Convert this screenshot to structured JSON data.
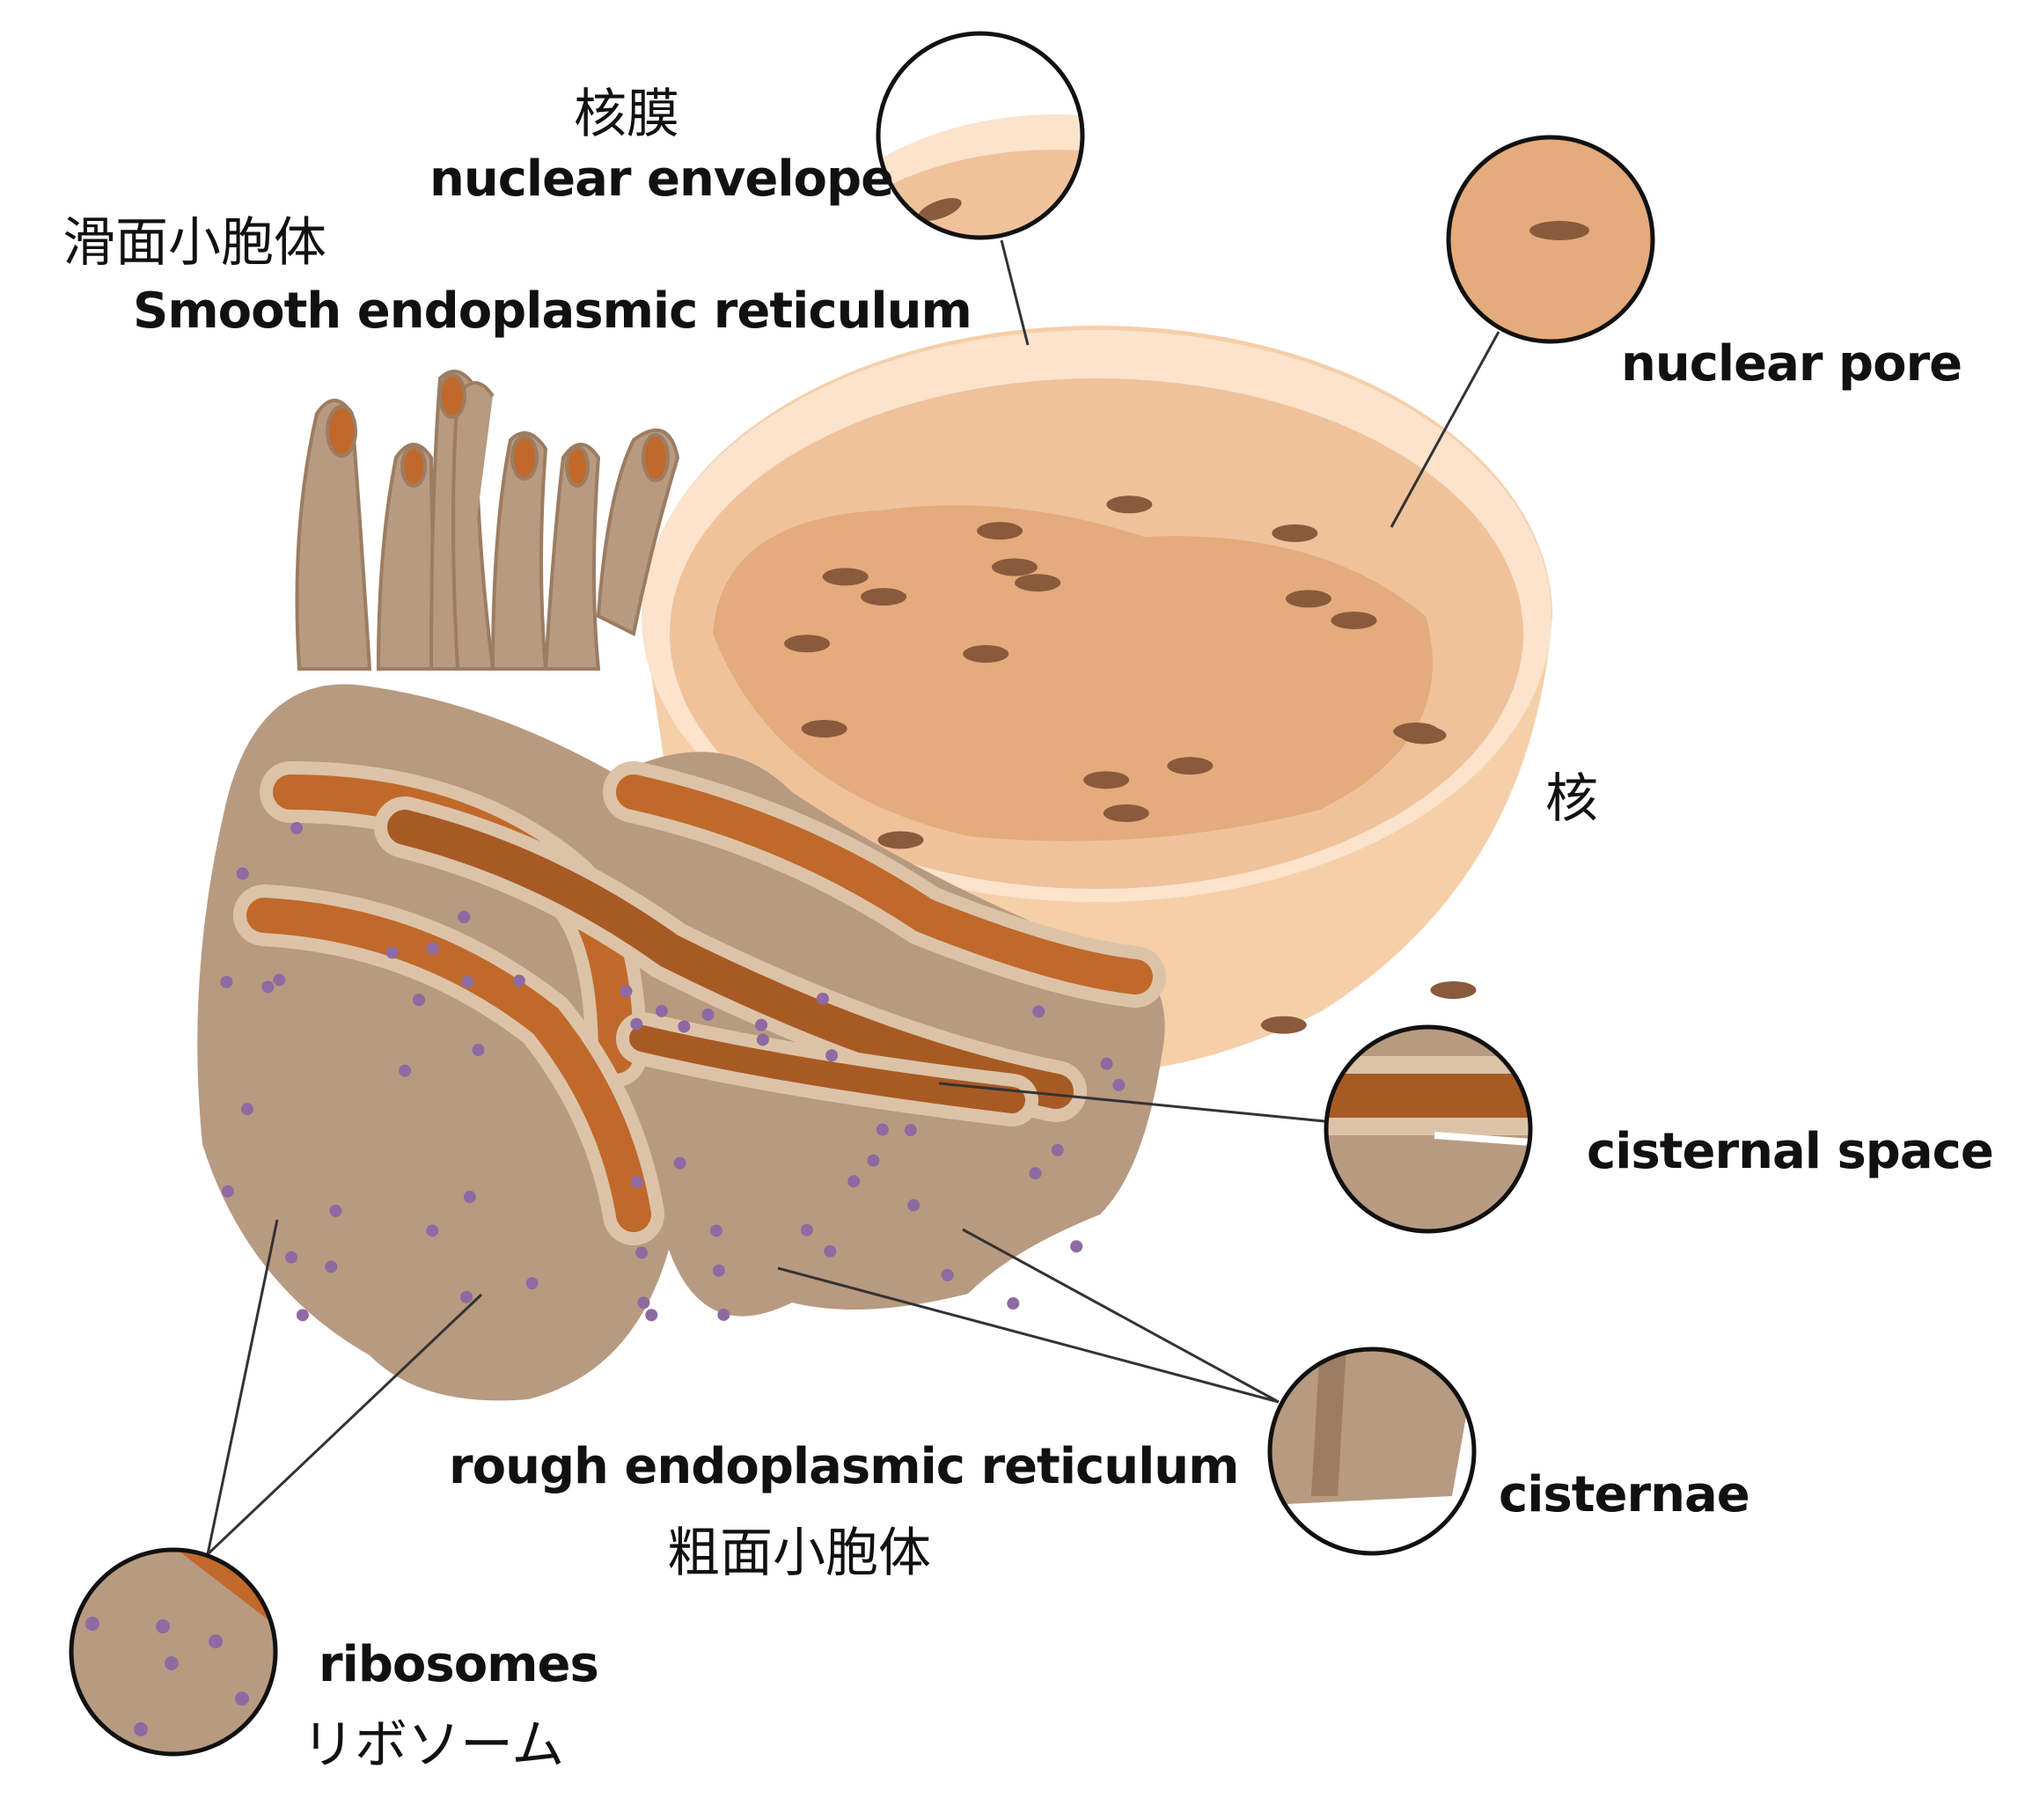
{
  "labels": {
    "nuclear_envelope_jp": "核膜",
    "nuclear_envelope": "nuclear envelope",
    "smooth_er_jp": "滑面小胞体",
    "smooth_er": "Smooth endoplasmic reticulum",
    "nuclear_pore": "nuclear pore",
    "nucleus_jp": "核",
    "cisternal_space": "cisternal space",
    "cisternae": "cisternae",
    "rough_er": "rough endoplasmic reticulum",
    "rough_er_jp": "粗面小胞体",
    "ribosomes": "ribosomes",
    "ribosomes_jp": "リボソーム"
  },
  "colors": {
    "nucleus_outer": "#f5cfa8",
    "nucleus_rim": "#fbe3cc",
    "nucleus_inner": "#e4ab7c",
    "pore": "#8a5a3c",
    "er_membrane": "#b89a80",
    "er_lumen": "#c0692a",
    "ribosome": "#8e6aa3"
  }
}
